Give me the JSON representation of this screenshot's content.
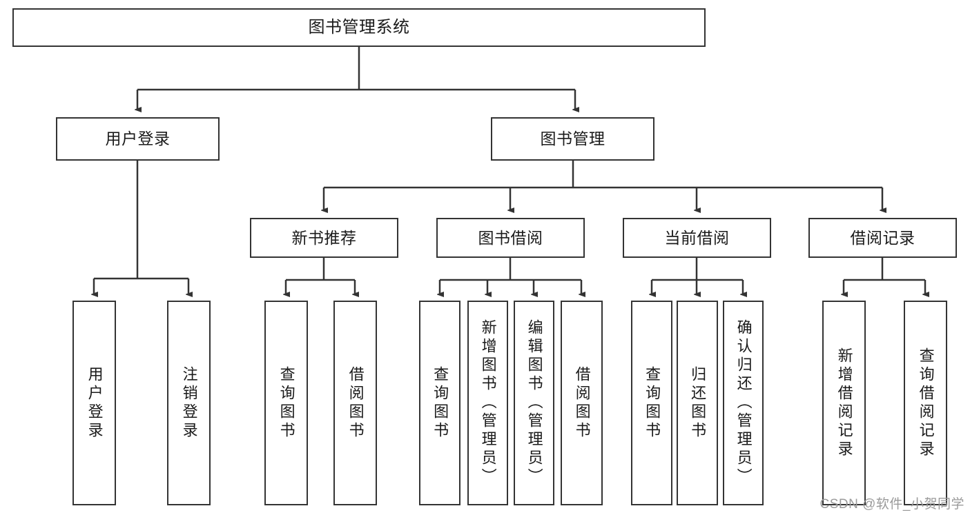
{
  "diagram": {
    "title": "图书管理系统",
    "type": "tree",
    "root": {
      "label": "图书管理系统"
    },
    "level2": [
      {
        "label": "用户登录"
      },
      {
        "label": "图书管理"
      }
    ],
    "level3": [
      {
        "label": "新书推荐"
      },
      {
        "label": "图书借阅"
      },
      {
        "label": "当前借阅"
      },
      {
        "label": "借阅记录"
      }
    ],
    "leaves": {
      "user_login": [
        {
          "label": "用户登录"
        },
        {
          "label": "注销登录"
        }
      ],
      "new_book_recommend": [
        {
          "label": "查询图书"
        },
        {
          "label": "借阅图书"
        }
      ],
      "book_borrow": [
        {
          "label": "查询图书"
        },
        {
          "label": "新增图书（管理员）"
        },
        {
          "label": "编辑图书（管理员）"
        },
        {
          "label": "借阅图书"
        }
      ],
      "current_borrow": [
        {
          "label": "查询图书"
        },
        {
          "label": "归还图书"
        },
        {
          "label": "确认归还（管理员）"
        }
      ],
      "borrow_record": [
        {
          "label": "新增借阅记录"
        },
        {
          "label": "查询借阅记录"
        }
      ]
    }
  },
  "watermark": {
    "text": "CSDN @软件_小贺同学"
  },
  "colors": {
    "stroke": "#333333",
    "box_fill": "#ffffff",
    "text": "#1a1a1a",
    "watermark": "#9a9a9a"
  }
}
